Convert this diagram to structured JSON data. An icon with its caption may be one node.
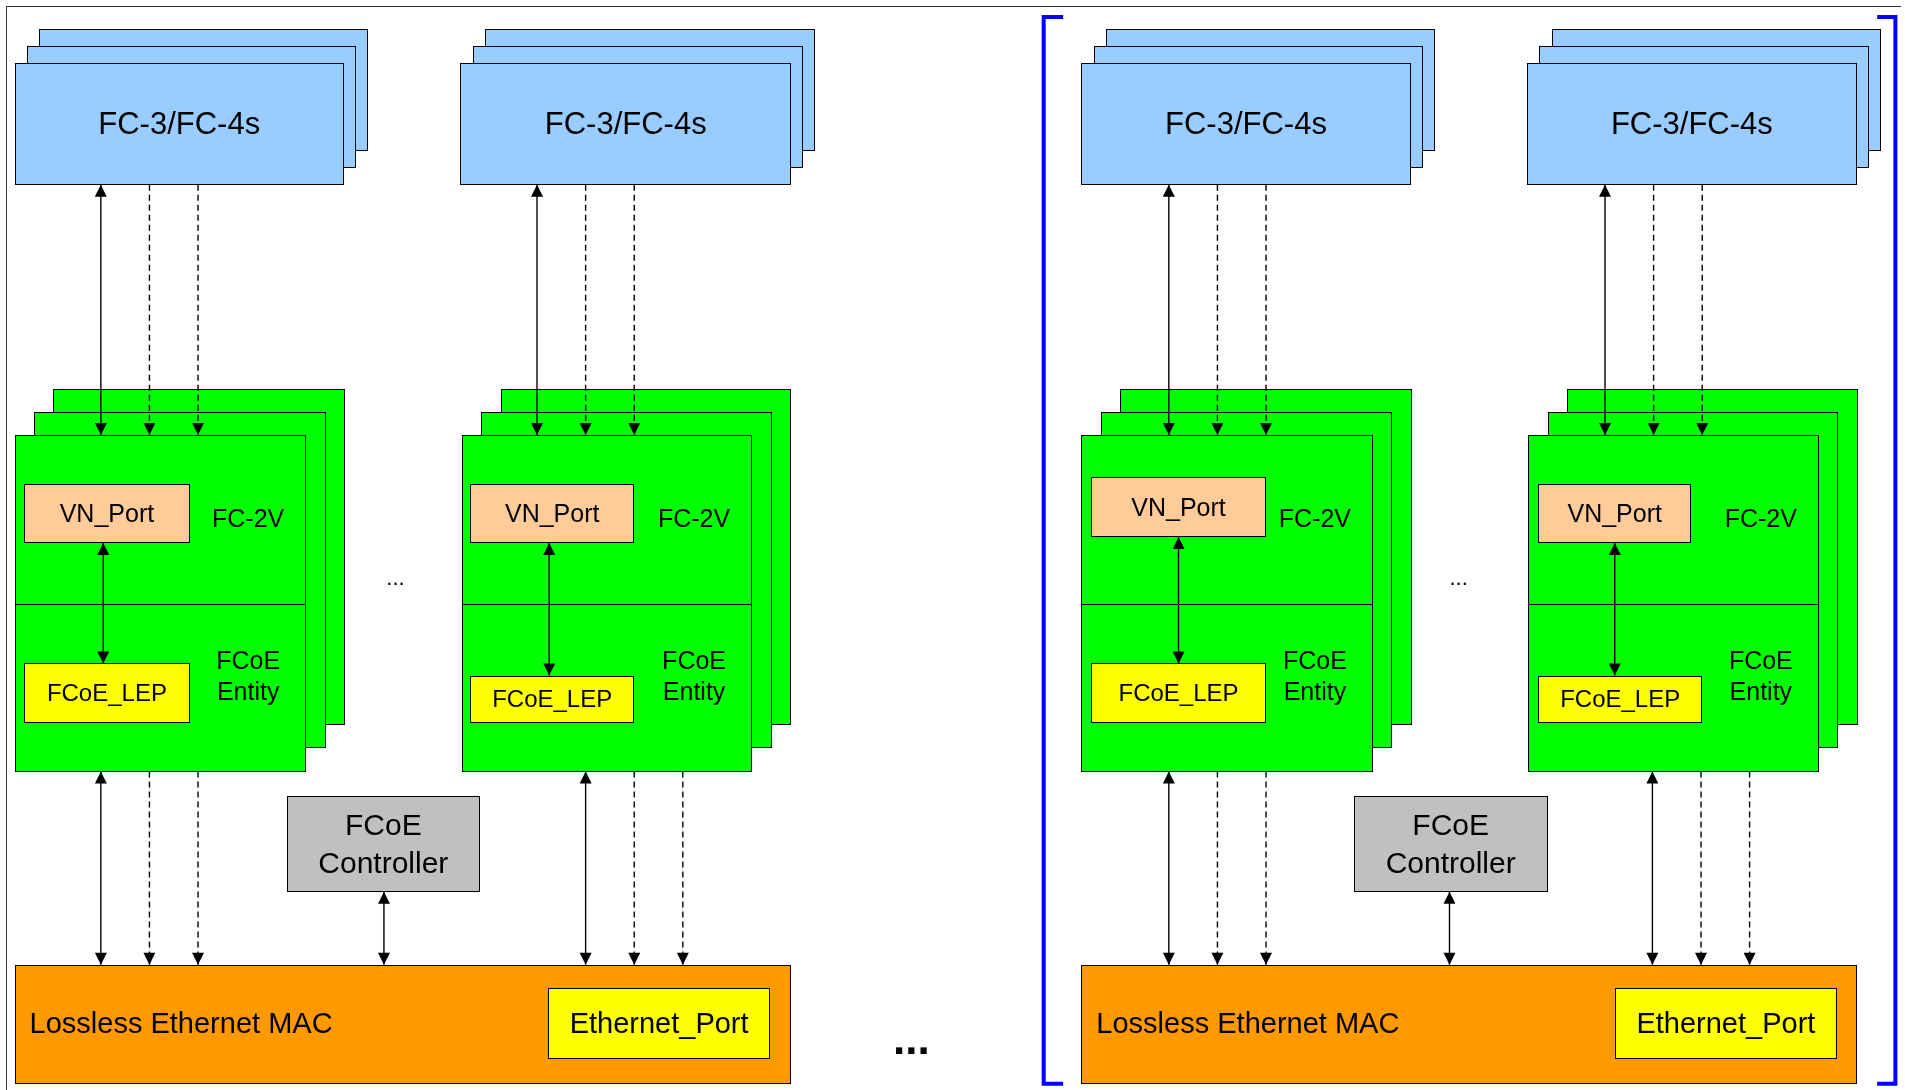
{
  "diagram": {
    "nodes": [
      {
        "text": [
          "FC-3/FC-4s"
        ]
      },
      {
        "text": [
          "FC-3/FC-4s"
        ]
      },
      {
        "text": [
          "FC-3/FC-4s"
        ]
      },
      {
        "text": [
          "FC-3/FC-4s"
        ]
      },
      {
        "text": [
          "FC-2V",
          "FCoE Entity"
        ]
      },
      {
        "text": [
          "VN_Port"
        ],
        "in": 4
      },
      {
        "text": [
          "FCoE_LEP"
        ],
        "in": 4
      },
      {
        "text": [
          "FC-2V",
          "FCoE Entity"
        ]
      },
      {
        "text": [
          "VN_Port"
        ],
        "in": 7
      },
      {
        "text": [
          "FCoE_LEP"
        ],
        "in": 7
      },
      {
        "text": [
          "FC-2V",
          "FCoE Entity"
        ]
      },
      {
        "text": [
          "VN_Port"
        ],
        "in": 10
      },
      {
        "text": [
          "FCoE_LEP"
        ],
        "in": 10
      },
      {
        "text": [
          "FC-2V",
          "FCoE Entity"
        ]
      },
      {
        "text": [
          "VN_Port"
        ],
        "in": 13
      },
      {
        "text": [
          "FCoE_LEP"
        ],
        "in": 13
      },
      {
        "text": [
          "FCoE Controller"
        ]
      },
      {
        "text": [
          "FCoE Controller"
        ]
      },
      {
        "text": [
          "Lossless Ethernet MAC"
        ]
      },
      {
        "text": [
          "Ethernet_Port"
        ],
        "in": 18
      },
      {
        "text": [
          "Lossless Ethernet MAC"
        ]
      },
      {
        "text": [
          "Ethernet_Port"
        ],
        "in": 20
      }
    ],
    "edges": [
      {
        "from": 0,
        "to": 4,
        "arrow": "both"
      },
      {
        "from": 0,
        "to": 4,
        "arrow": "to",
        "style": "dashed"
      },
      {
        "from": 0,
        "to": 4,
        "arrow": "to",
        "style": "dashed"
      },
      {
        "from": 1,
        "to": 7,
        "arrow": "both"
      },
      {
        "from": 1,
        "to": 7,
        "arrow": "to",
        "style": "dashed"
      },
      {
        "from": 1,
        "to": 7,
        "arrow": "to",
        "style": "dashed"
      },
      {
        "from": 5,
        "to": 6,
        "arrow": "both"
      },
      {
        "from": 8,
        "to": 9,
        "arrow": "both"
      },
      {
        "from": 4,
        "to": 18,
        "arrow": "both"
      },
      {
        "from": 4,
        "to": 18,
        "arrow": "to",
        "style": "dashed"
      },
      {
        "from": 4,
        "to": 18,
        "arrow": "to",
        "style": "dashed"
      },
      {
        "from": 7,
        "to": 18,
        "arrow": "both"
      },
      {
        "from": 7,
        "to": 18,
        "arrow": "to",
        "style": "dashed"
      },
      {
        "from": 7,
        "to": 18,
        "arrow": "to",
        "style": "dashed"
      },
      {
        "from": 16,
        "to": 18,
        "arrow": "both"
      },
      {
        "from": 2,
        "to": 10,
        "arrow": "both"
      },
      {
        "from": 2,
        "to": 10,
        "arrow": "to",
        "style": "dashed"
      },
      {
        "from": 2,
        "to": 10,
        "arrow": "to",
        "style": "dashed"
      },
      {
        "from": 3,
        "to": 13,
        "arrow": "both"
      },
      {
        "from": 3,
        "to": 13,
        "arrow": "to",
        "style": "dashed"
      },
      {
        "from": 3,
        "to": 13,
        "arrow": "to",
        "style": "dashed"
      },
      {
        "from": 11,
        "to": 12,
        "arrow": "both"
      },
      {
        "from": 14,
        "to": 15,
        "arrow": "both"
      },
      {
        "from": 10,
        "to": 20,
        "arrow": "both"
      },
      {
        "from": 10,
        "to": 20,
        "arrow": "to",
        "style": "dashed"
      },
      {
        "from": 10,
        "to": 20,
        "arrow": "to",
        "style": "dashed"
      },
      {
        "from": 13,
        "to": 20,
        "arrow": "both"
      },
      {
        "from": 13,
        "to": 20,
        "arrow": "to",
        "style": "dashed"
      },
      {
        "from": 13,
        "to": 20,
        "arrow": "to",
        "style": "dashed"
      },
      {
        "from": 17,
        "to": 20,
        "arrow": "both"
      }
    ],
    "labels": [
      "...",
      "...",
      "..."
    ]
  }
}
